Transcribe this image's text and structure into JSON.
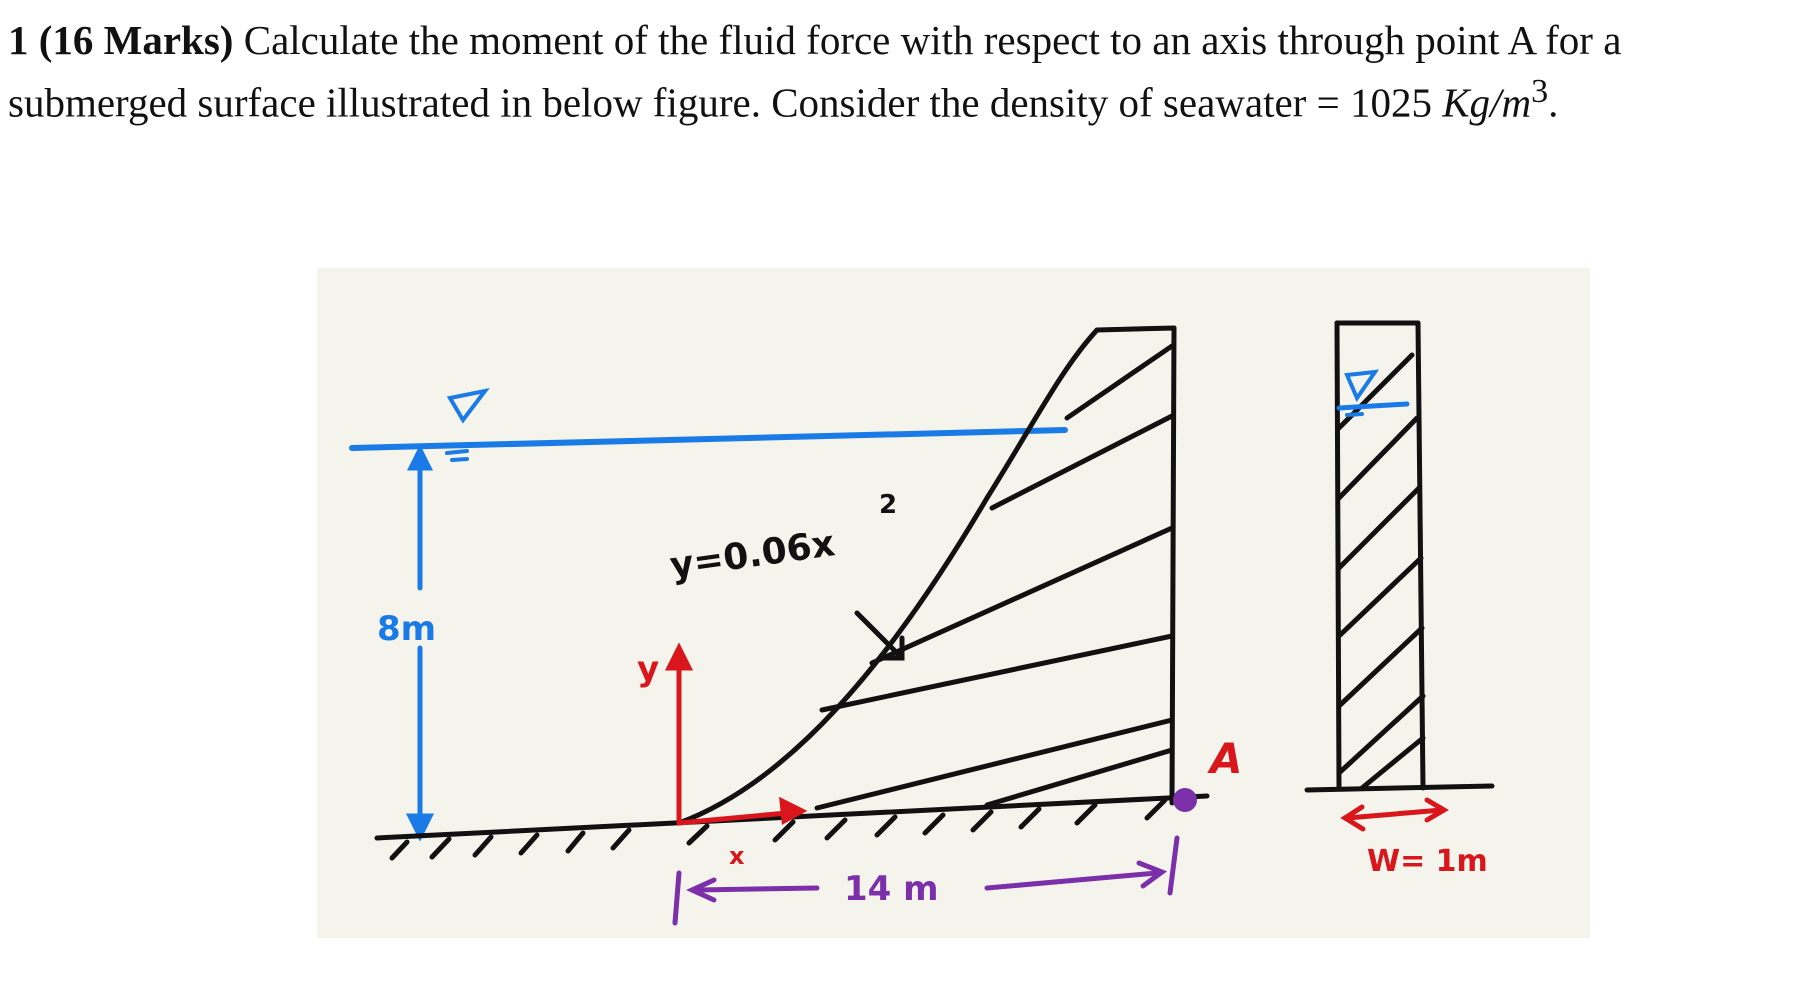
{
  "question": {
    "number": "1",
    "marks": "(16 Marks)",
    "text_before": "Calculate the moment of the fluid force with respect to an axis through point A for a submerged surface illustrated in below figure. Consider the density of seawater = 1025 ",
    "unit": "Kg/m",
    "unit_exp": "3",
    "end": "."
  },
  "figure": {
    "depth_label": "8m",
    "curve_label": "y=0.06x",
    "curve_exp": "2",
    "point_label": "A",
    "length_label": "14 m",
    "axis_x_label": "x",
    "axis_y_label": "y",
    "width_label": "W= 1m",
    "colors": {
      "water": "#1a7be6",
      "axes": "#d9161c",
      "dimension": "#7b2fa8",
      "ink": "#111111",
      "background": "#f5f4ec"
    }
  }
}
